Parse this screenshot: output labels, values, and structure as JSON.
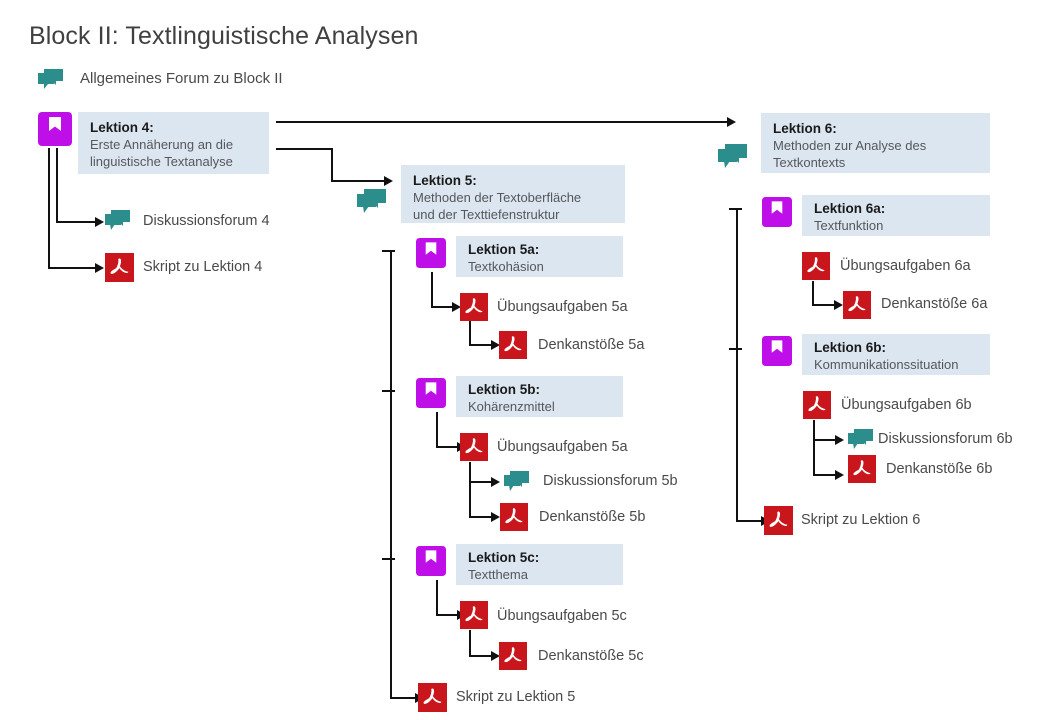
{
  "page": {
    "title": "Block II: Textlinguistische Analysen",
    "background": "#ffffff"
  },
  "colors": {
    "lesson_box_bg": "#dce6f1",
    "lesson_title": "#1a1a1a",
    "lesson_subtitle": "#56575a",
    "label_text": "#4a4a4a",
    "title_text": "#404040",
    "forum_icon": "#2b8e8c",
    "lesson_icon": "#bf0fe8",
    "pdf_icon": "#c9161d",
    "connector": "#111111"
  },
  "header": {
    "forum": {
      "icon": "forum-icon",
      "label": "Allgemeines Forum zu Block II"
    }
  },
  "columns": {
    "left": {
      "lesson": {
        "icon": "lesson-book-icon",
        "title": "Lektion 4:",
        "subtitle": "Erste Annäherung an die\nlinguistische  Textanalyse"
      },
      "children": [
        {
          "icon": "forum-icon",
          "label": "Diskussionsforum 4"
        },
        {
          "icon": "pdf-icon",
          "label": "Skript zu Lektion 4"
        }
      ]
    },
    "middle": {
      "lesson": {
        "icon": "forum-icon",
        "title": "Lektion 5:",
        "subtitle": "Methoden der Textoberfläche\nund der Texttiefenstruktur"
      },
      "sublessons": [
        {
          "icon": "lesson-book-icon",
          "title": "Lektion 5a:",
          "subtitle": "Textkohäsion",
          "children": [
            {
              "icon": "pdf-icon",
              "label": "Übungsaufgaben  5a"
            },
            {
              "icon": "pdf-icon",
              "label": "Denkanstöße 5a"
            }
          ]
        },
        {
          "icon": "lesson-book-icon",
          "title": "Lektion 5b:",
          "subtitle": "Kohärenzmittel",
          "children": [
            {
              "icon": "pdf-icon",
              "label": "Übungsaufgaben  5a"
            },
            {
              "icon": "forum-icon",
              "label": "Diskussionsforum 5b"
            },
            {
              "icon": "pdf-icon",
              "label": "Denkanstöße 5b"
            }
          ]
        },
        {
          "icon": "lesson-book-icon",
          "title": "Lektion 5c:",
          "subtitle": "Textthema",
          "children": [
            {
              "icon": "pdf-icon",
              "label": "Übungsaufgaben  5c"
            },
            {
              "icon": "pdf-icon",
              "label": "Denkanstöße 5c"
            }
          ]
        }
      ],
      "script": {
        "icon": "pdf-icon",
        "label": "Skript zu Lektion 5"
      }
    },
    "right": {
      "lesson": {
        "icon": "forum-icon",
        "title": "Lektion 6:",
        "subtitle": "Methoden zur Analyse des\nTextkontexts"
      },
      "sublessons": [
        {
          "icon": "lesson-book-icon",
          "title": "Lektion 6a:",
          "subtitle": "Textfunktion",
          "children": [
            {
              "icon": "pdf-icon",
              "label": "Übungsaufgaben  6a"
            },
            {
              "icon": "pdf-icon",
              "label": "Denkanstöße 6a"
            }
          ]
        },
        {
          "icon": "lesson-book-icon",
          "title": "Lektion 6b:",
          "subtitle": "Kommunikationssituation",
          "children": [
            {
              "icon": "pdf-icon",
              "label": "Übungsaufgaben  6b"
            },
            {
              "icon": "forum-icon",
              "label": "Diskussionsforum 6b"
            },
            {
              "icon": "pdf-icon",
              "label": "Denkanstöße 6b"
            }
          ]
        }
      ],
      "script": {
        "icon": "pdf-icon",
        "label": "Skript zu Lektion 6"
      }
    }
  }
}
